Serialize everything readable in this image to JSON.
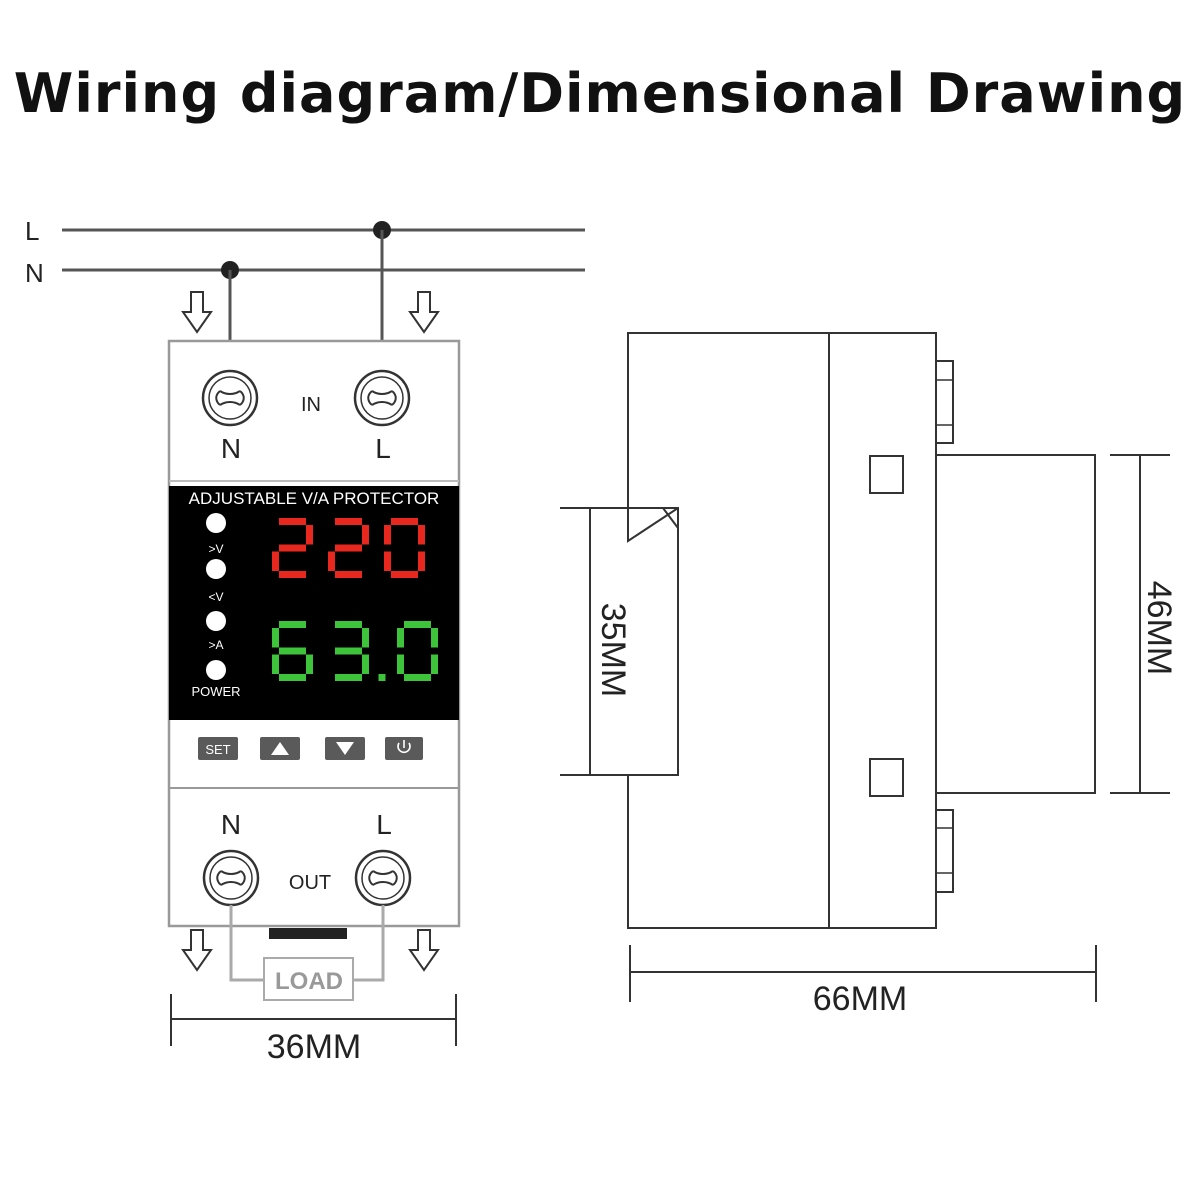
{
  "title": "Wiring diagram/Dimensional Drawing",
  "colors": {
    "line": "#555555",
    "outline": "#888888",
    "panel": "#000000",
    "voltage_digits": "#e8281e",
    "current_digits": "#3ec43a",
    "button": "#5a5a5a",
    "load_wire": "#aaaaaa"
  },
  "bus": {
    "line_label": "L",
    "neutral_label": "N"
  },
  "device": {
    "input_label": "IN",
    "output_label": "OUT",
    "terminal_n": "N",
    "terminal_l": "L",
    "panel_title": "ADJUSTABLE V/A PROTECTOR",
    "indicators": [
      ">V",
      "<V",
      ">A",
      "POWER"
    ],
    "voltage_reading": "220",
    "current_reading": "63.0",
    "buttons": {
      "set": "SET",
      "up_icon": "triangle-up",
      "down_icon": "triangle-down",
      "power_icon": "power"
    },
    "load_label": "LOAD"
  },
  "dimensions": {
    "width": "36MM",
    "depth": "66MM",
    "rail": "35MM",
    "front_height": "46MM"
  }
}
